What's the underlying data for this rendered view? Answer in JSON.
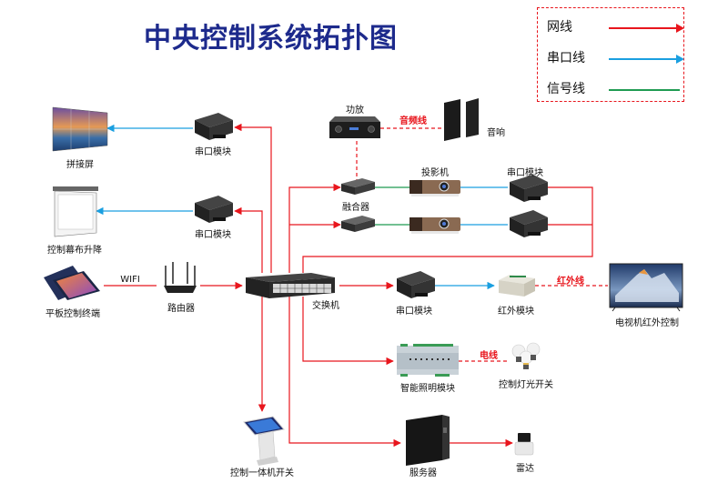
{
  "title": "中央控制系统拓扑图",
  "colors": {
    "network": "#e8161d",
    "serial": "#1a9fe0",
    "signal": "#1f9b52",
    "title": "#1d2a8c"
  },
  "legend": {
    "items": [
      {
        "label": "网线",
        "type": "network",
        "arrow": true
      },
      {
        "label": "串口线",
        "type": "serial",
        "arrow": true
      },
      {
        "label": "信号线",
        "type": "signal",
        "arrow": false
      }
    ]
  },
  "devices": {
    "splicing_screen": "拼接屏",
    "serial_module_1": "串口模块",
    "curtain": "控制幕布升降",
    "serial_module_2": "串口模块",
    "tablet": "平板控制终端",
    "router": "路由器",
    "switch": "交换机",
    "amplifier": "功放",
    "speaker": "音响",
    "fusion": "融合器",
    "projector": "投影机",
    "serial_module_proj": "串口模块",
    "serial_module_ir": "串口模块",
    "ir_module": "红外模块",
    "tv": "电视机红外控制",
    "lighting": "智能照明模块",
    "lights": "控制灯光开关",
    "kiosk": "控制一体机开关",
    "server": "服务器",
    "radar": "雷达"
  },
  "line_labels": {
    "wifi": "WIFI",
    "audio": "音频线",
    "infrared": "红外线",
    "power": "电线"
  }
}
